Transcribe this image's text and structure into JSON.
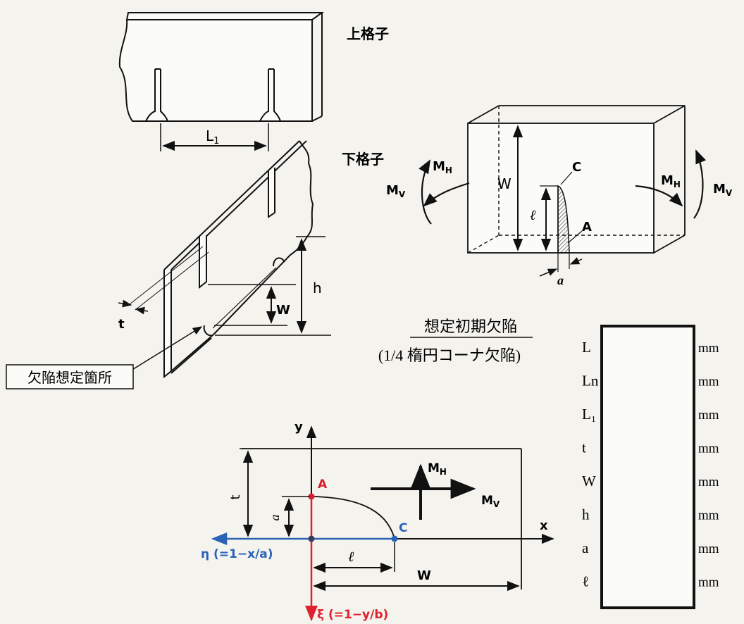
{
  "upper_grid": {
    "label": "上格子",
    "span_label": "L",
    "span_sub": "1"
  },
  "lower_grid": {
    "label": "下格子",
    "thickness_label": "t",
    "defect_height_label": "W",
    "height_label": "h",
    "defect_location_label": "欠陥想定箇所"
  },
  "block": {
    "mh_label": "M",
    "mh_sub": "H",
    "mv_label": "M",
    "mv_sub": "V",
    "width_label": "W",
    "length_label": "ℓ",
    "point_c_label": "C",
    "point_a_label": "A",
    "depth_label": "a"
  },
  "caption": {
    "title": "想定初期欠陥",
    "subtitle": "(1/4 楕円コーナ欠陥)"
  },
  "coord": {
    "y_axis_label": "y",
    "x_axis_label": "x",
    "eta_label": "η (=1−x/a)",
    "xi_label": "ξ (=1−y/b)",
    "t_label": "t",
    "a_label": "a",
    "point_a_label": "A",
    "point_c_label": "C",
    "length_label": "ℓ",
    "width_label": "W",
    "mh_label": "M",
    "mh_sub": "H",
    "mv_label": "M",
    "mv_sub": "V",
    "colors": {
      "xi_axis": "#e0202e",
      "eta_axis": "#2a62b8",
      "point_a": "#d82030",
      "point_c": "#2a62b8"
    }
  },
  "dim_table": {
    "rows": [
      {
        "symbol": "L",
        "unit": "mm"
      },
      {
        "symbol": "Ln",
        "unit": "mm"
      },
      {
        "symbol": "L₁",
        "unit": "mm"
      },
      {
        "symbol": "t",
        "unit": "mm"
      },
      {
        "symbol": "W",
        "unit": "mm"
      },
      {
        "symbol": "h",
        "unit": "mm"
      },
      {
        "symbol": "a",
        "unit": "mm"
      },
      {
        "symbol": "ℓ",
        "unit": "mm"
      }
    ]
  }
}
